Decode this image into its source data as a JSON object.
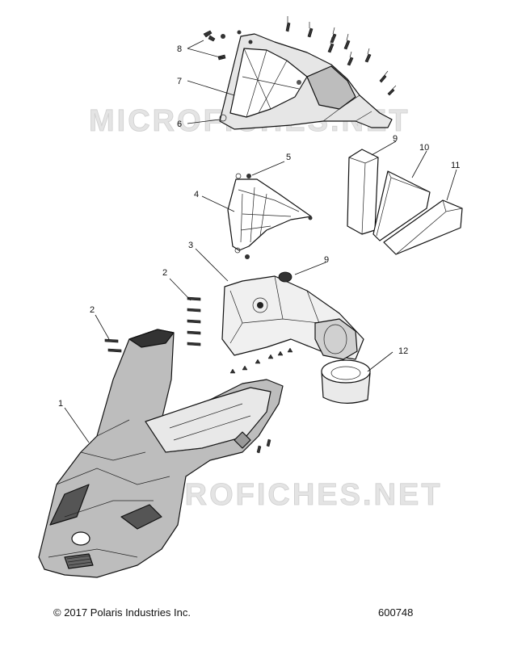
{
  "watermark": "MICROFICHES.NET",
  "callouts": [
    {
      "id": "1",
      "label": "1"
    },
    {
      "id": "2a",
      "label": "2"
    },
    {
      "id": "2b",
      "label": "2"
    },
    {
      "id": "3",
      "label": "3"
    },
    {
      "id": "4",
      "label": "4"
    },
    {
      "id": "5",
      "label": "5"
    },
    {
      "id": "6",
      "label": "6"
    },
    {
      "id": "7",
      "label": "7"
    },
    {
      "id": "8",
      "label": "8"
    },
    {
      "id": "9a",
      "label": "9"
    },
    {
      "id": "9b",
      "label": "9"
    },
    {
      "id": "10",
      "label": "10"
    },
    {
      "id": "11",
      "label": "11"
    },
    {
      "id": "12",
      "label": "12"
    }
  ],
  "footer": {
    "copyright": "© 2017 Polaris Industries Inc.",
    "diagram_number": "600748"
  },
  "colors": {
    "line": "#111111",
    "fill_light": "#f2f2f2",
    "fill_mid": "#bdbdbd",
    "fill_dark": "#333333",
    "watermark": "#d6d6d6"
  }
}
